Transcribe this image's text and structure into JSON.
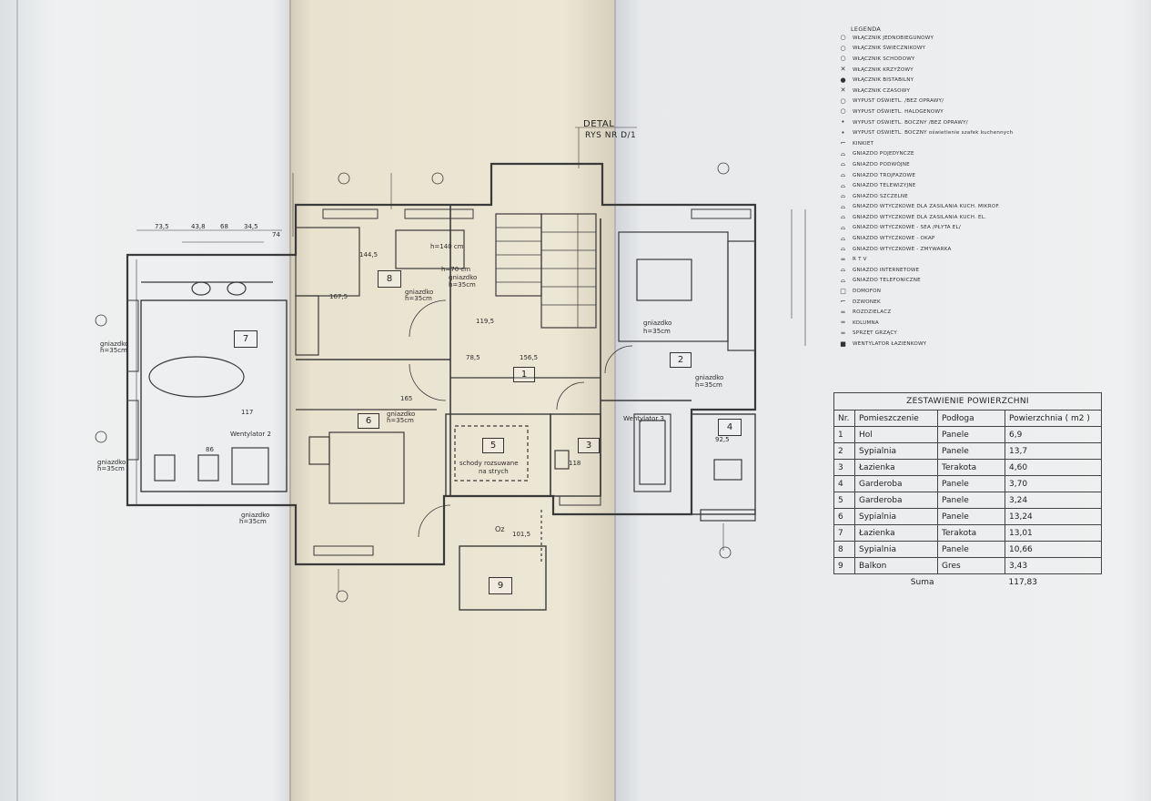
{
  "legend": {
    "title": "LEGENDA",
    "items": [
      {
        "icon": "circle-icon",
        "label": "WŁĄCZNIK JEDNOBIEGUNOWY"
      },
      {
        "icon": "circle-icon",
        "label": "WŁĄCZNIK ŚWIECZNIKOWY"
      },
      {
        "icon": "circle-icon",
        "label": "WŁĄCZNIK SCHODOWY"
      },
      {
        "icon": "cross-icon",
        "label": "WŁĄCZNIK KRZYŻOWY"
      },
      {
        "icon": "filled-circle-icon",
        "label": "WŁĄCZNIK BISTABILNY"
      },
      {
        "icon": "cross-icon",
        "label": "WŁĄCZNIK CZASOWY"
      },
      {
        "icon": "circle-icon",
        "label": "WYPUST OŚWIETL. /BEZ OPRAWY/"
      },
      {
        "icon": "circle-icon",
        "label": "WYPUST OŚWIETL. HALOGENOWY"
      },
      {
        "icon": "dot-icon",
        "label": "WYPUST OŚWIETL. BOCZNY /BEZ OPRAWY/"
      },
      {
        "icon": "dot-icon",
        "label": "WYPUST OŚWIETL. BOCZNY oświetlenie szafek kuchennych"
      },
      {
        "icon": "hook-icon",
        "label": "KINKIET"
      },
      {
        "icon": "socket-icon",
        "label": "GNIAZDO POJEDYNCZE"
      },
      {
        "icon": "socket-icon",
        "label": "GNIAZDO PODWÓJNE"
      },
      {
        "icon": "socket-icon",
        "label": "GNIAZDO TROJFAZOWE"
      },
      {
        "icon": "socket-icon",
        "label": "GNIAZDO TELEWIZYJNE"
      },
      {
        "icon": "socket-icon",
        "label": "GNIAZDO SZCZELNE"
      },
      {
        "icon": "socket-icon",
        "label": "GNIAZDO WTYCZKOWE DLA ZASILANIA KUCH. MIKROF."
      },
      {
        "icon": "socket-icon",
        "label": "GNIAZDO WTYCZKOWE DLA ZASILANIA KUCH. EL."
      },
      {
        "icon": "socket-icon",
        "label": "GNIAZDO WTYCZKOWE - SEA /PŁYTA EL/"
      },
      {
        "icon": "socket-icon",
        "label": "GNIAZDO WTYCZKOWE - OKAP"
      },
      {
        "icon": "socket-icon",
        "label": "GNIAZDO WTYCZKOWE - ZMYWARKA"
      },
      {
        "icon": "bar-icon",
        "label": "R T V"
      },
      {
        "icon": "socket-icon",
        "label": "GNIAZDO INTERNETOWE"
      },
      {
        "icon": "socket-icon",
        "label": "GNIAZDO TELEFONICZNE"
      },
      {
        "icon": "square-icon",
        "label": "DOMOFON"
      },
      {
        "icon": "hook-icon",
        "label": "DZWONEK"
      },
      {
        "icon": "bar-icon",
        "label": "ROZDZIELACZ"
      },
      {
        "icon": "bar-icon",
        "label": "KOLUMNA"
      },
      {
        "icon": "bar-icon",
        "label": "SPRZĘT GRZĄCY"
      },
      {
        "icon": "filled-square-icon",
        "label": "WENTYLATOR ŁAZIENKOWY"
      }
    ]
  },
  "areas": {
    "title": "ZESTAWIENIE POWIERZCHNI",
    "headers": [
      "Nr.",
      "Pomieszczenie",
      "Podłoga",
      "Powierzchnia ( m2 )"
    ],
    "rows": [
      [
        "1",
        "Hol",
        "Panele",
        "6,9"
      ],
      [
        "2",
        "Sypialnia",
        "Panele",
        "13,7"
      ],
      [
        "3",
        "Łazienka",
        "Terakota",
        "4,60"
      ],
      [
        "4",
        "Garderoba",
        "Panele",
        "3,70"
      ],
      [
        "5",
        "Garderoba",
        "Panele",
        "3,24"
      ],
      [
        "6",
        "Sypialnia",
        "Panele",
        "13,24"
      ],
      [
        "7",
        "Łazienka",
        "Terakota",
        "13,01"
      ],
      [
        "8",
        "Sypialnia",
        "Panele",
        "10,66"
      ],
      [
        "9",
        "Balkon",
        "Gres",
        "3,43"
      ]
    ],
    "sum_label": "Suma",
    "sum_value": "117,83"
  },
  "detail": {
    "line1": "DETAL",
    "line2": "RYS NR D/1"
  },
  "plan": {
    "room_numbers": [
      "1",
      "2",
      "3",
      "4",
      "5",
      "6",
      "7",
      "8",
      "9"
    ],
    "notes": {
      "gniazdko": "gniazdko",
      "h35": "h=35cm",
      "h140": "h=140 cm",
      "h70": "h=70 cm",
      "stairs1": "schody rozsuwane",
      "stairs2": "na strych",
      "went2": "Wentylator 2",
      "went3": "Wentylator 3",
      "dims_top": [
        "73,5",
        "43,8",
        "68",
        "34,5",
        "74"
      ],
      "d1565": "156,5",
      "d785": "78,5",
      "d165": "165",
      "d1675": "167,5",
      "d117": "117",
      "d86": "86",
      "d118": "118",
      "d925": "92,5",
      "d1015": "101,5",
      "d1195": "119,5",
      "d1445": "144,5",
      "oz": "Oz"
    }
  }
}
